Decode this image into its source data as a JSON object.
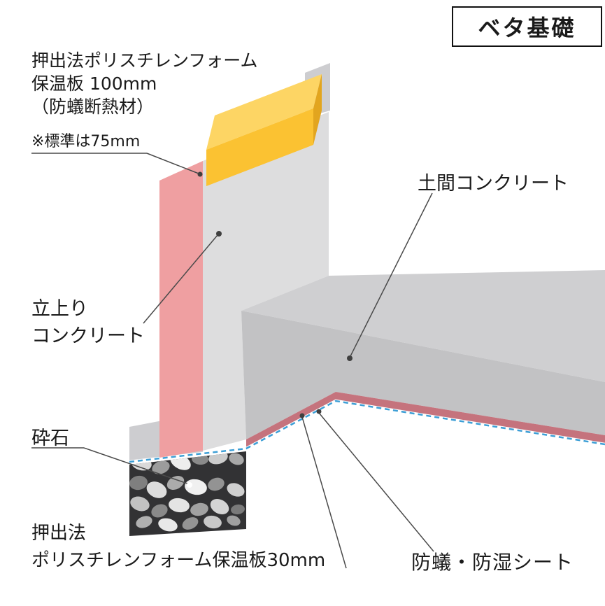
{
  "title": "ベタ基礎",
  "labels": {
    "insulation_top": {
      "line1": "押出法ポリスチレンフォーム",
      "line2": "保温板 100mm",
      "line3": "（防蟻断熱材）"
    },
    "standard_note": "※標準は75mm",
    "doma_concrete": "土間コンクリート",
    "tachiagari": {
      "line1": "立上り",
      "line2": "コンクリート"
    },
    "saiseki": "砕石",
    "insulation_bottom": {
      "line1": "押出法",
      "line2": "ポリスチレンフォーム保温板30mm"
    },
    "sheet": "防蟻・防湿シート"
  },
  "colors": {
    "insulation_yellow_front": "#FBC232",
    "insulation_yellow_top": "#FDD564",
    "insulation_yellow_side": "#E2A51F",
    "insulation_pink": "#EF9FA1",
    "insulation_red_band": "#C5737D",
    "sheet_blue": "#3D9FD6",
    "concrete_light": "#DDDDDE",
    "concrete_mid": "#CFCFD1",
    "concrete_dark": "#C2C2C4",
    "concrete_footing": "#CDCDD0",
    "gravel_dark": "#323234"
  }
}
